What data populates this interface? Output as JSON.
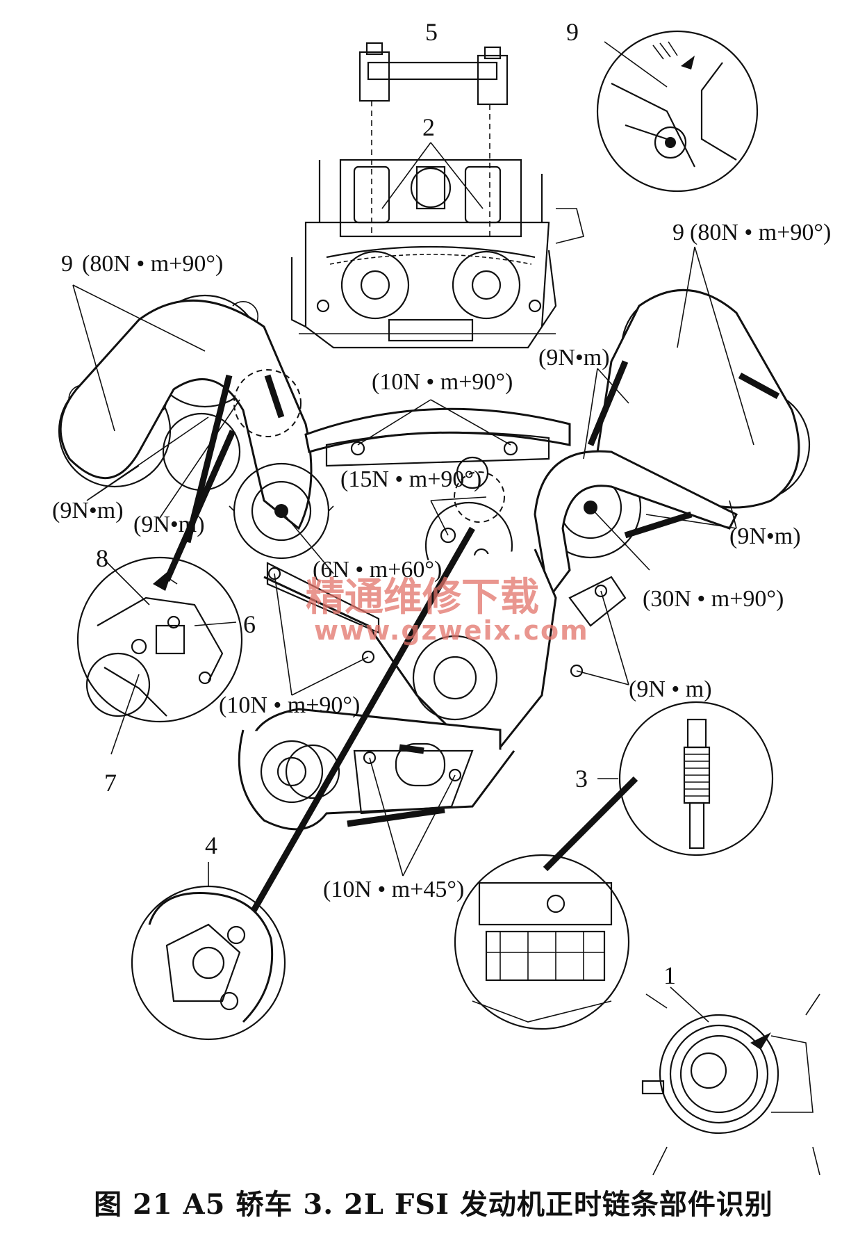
{
  "figure": {
    "caption": "图 21    A5 轿车 3. 2L FSI 发动机正时链条部件识别"
  },
  "callouts": {
    "n1": "1",
    "n2": "2",
    "n3": "3",
    "n4": "4",
    "n5": "5",
    "n6": "6",
    "n7": "7",
    "n8": "8",
    "n9_top": "9",
    "n9_left": "9",
    "n9_right": "9"
  },
  "torque": {
    "left_cam": "(80N • m+90°)",
    "right_cam": "(80N • m+90°)",
    "upper_guide": "(10N • m+90°)",
    "right_tensioner": "(9N•m)",
    "left_tensioner": "(9N•m)",
    "left_lower": "(9N•m)",
    "idler": "(15N • m+90°)",
    "left_small_sprocket": "(6N • m+60°)",
    "right_lower": "(9N•m)",
    "right_sprocket": "(30N • m+90°)",
    "center_guide": "(10N • m+90°)",
    "right_bracket": "(9N • m)",
    "bottom_guide": "(10N • m+45°)"
  },
  "watermark": {
    "cn": "精通维修下载",
    "url": "www.gzweix.com",
    "color": "#e2736a"
  }
}
